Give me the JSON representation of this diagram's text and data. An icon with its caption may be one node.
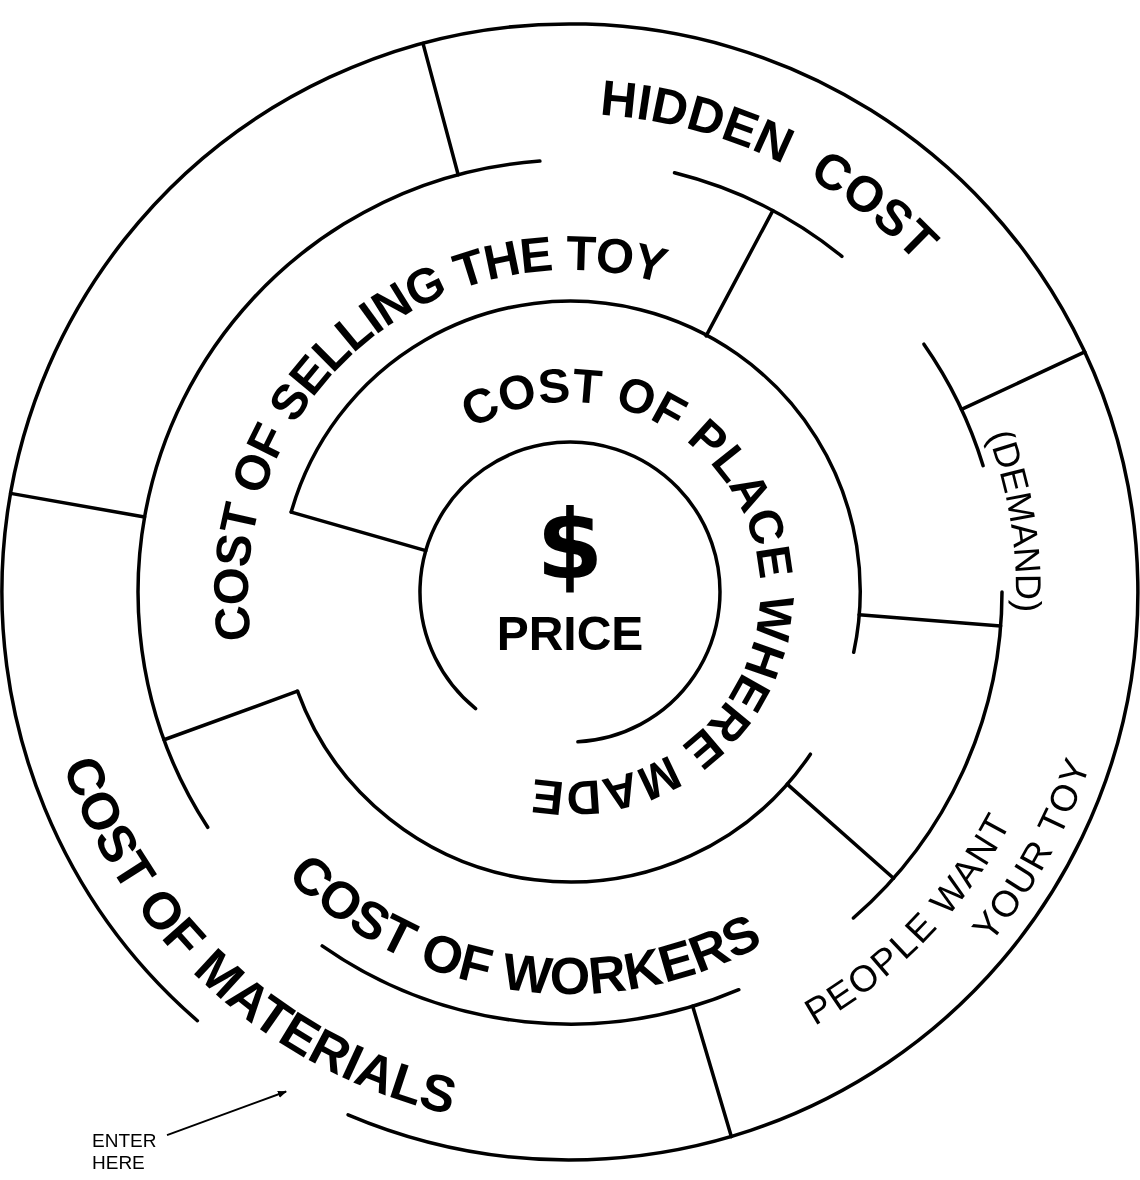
{
  "diagram": {
    "nodes": [
      {
        "text": [
          "HIDDEN COST"
        ]
      },
      {
        "text": [
          "COST OF SELLING THE TOY"
        ]
      },
      {
        "text": [
          "COST OF PLACE WHERE MADE"
        ]
      },
      {
        "text": [
          "$",
          "PRICE"
        ]
      },
      {
        "text": [
          "(DEMAND)",
          "PEOPLE WANT",
          "YOUR TOY"
        ]
      },
      {
        "text": [
          "COST OF WORKERS"
        ]
      },
      {
        "text": [
          "COST OF MATERIALS"
        ]
      },
      {
        "text": [
          "ENTER HERE"
        ]
      }
    ],
    "edges": [
      {
        "from": 7,
        "to": 6,
        "arrow": "to"
      }
    ]
  }
}
